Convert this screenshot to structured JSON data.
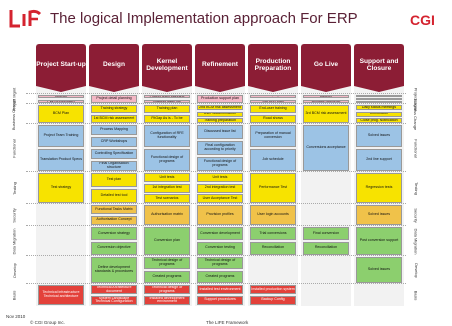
{
  "header": {
    "logo_text": "LIFE",
    "title": "The logical Implementation approach For ERP",
    "brand": "CGI",
    "brand_color": "#d4232f",
    "phase_color": "#8c1d35"
  },
  "phases": [
    {
      "label": "Project Start-up"
    },
    {
      "label": "Design"
    },
    {
      "label": "Kernel Development"
    },
    {
      "label": "Refinement"
    },
    {
      "label": "Production Preparation"
    },
    {
      "label": "Go Live"
    },
    {
      "label": "Support and Closure"
    }
  ],
  "rows": [
    {
      "label": "Project Mgmt"
    },
    {
      "label": "Business Change"
    },
    {
      "label": "Functional"
    },
    {
      "label": "Testing"
    },
    {
      "label": "Security"
    },
    {
      "label": "Data Migration"
    },
    {
      "label": "Develop"
    },
    {
      "label": "Basis"
    }
  ],
  "boxes": {
    "pm": [
      [
        "Kick-off",
        "Plan of Approach"
      ],
      [
        "Project detail planning"
      ],
      [
        "Project team planning",
        "Discuss issue list"
      ],
      [
        "Production support plan"
      ],
      [
        "Set up Support organisation",
        "Cut over plan"
      ],
      [
        "Cutover",
        "Decision going-go"
      ],
      [
        "Transfer to support",
        "Discharge Document",
        "Evaluation"
      ]
    ],
    "bc": [
      [
        "BCM Plan"
      ],
      [
        "Training strategy",
        "1st BCM risk assessment"
      ],
      [
        "Training plan",
        "FitGap As is - To be"
      ],
      [
        "2nd BCM risk assessment",
        "User documentation",
        "Training preparation"
      ],
      [
        "End-user training",
        "Road shows"
      ],
      [
        "3rd BCM risk assessment"
      ],
      [
        "Daily status meetings",
        "Celebration",
        "Close prog. Notification"
      ]
    ],
    "fn": [
      [
        "Project Team Training",
        "Translation Product Specs"
      ],
      [
        "Process Mapping",
        "CRP Workshops",
        "Controlling Specification",
        "Final Organisation structure"
      ],
      [
        "Configuration of RFE functionality",
        "Functional design of programs"
      ],
      [
        "Discussed issue list",
        "Final configuration according to priority",
        "Functional design of programs"
      ],
      [
        "Preparation of manual conversion",
        "Job schedule"
      ],
      [
        "Conversions acceptance"
      ],
      [
        "Solved issues",
        "2nd line support"
      ]
    ],
    "ts": [
      [
        "Test strategy"
      ],
      [
        "Test plan",
        "Detailed test tool"
      ],
      [
        "Unit tests",
        "1st integration test",
        "Test scenarios"
      ],
      [
        "Unit tests",
        "2nd integration test",
        "User Acceptance Test"
      ],
      [
        "Performance Test"
      ],
      [],
      [
        "Regression tests"
      ]
    ],
    "sc": [
      [],
      [
        "Functional Tasks Matrix",
        "Authorisation Concept"
      ],
      [
        "Authorisation matrix"
      ],
      [
        "Provision profiles"
      ],
      [
        "User login accounts"
      ],
      [],
      [
        "Solved issues"
      ]
    ],
    "dm": [
      [],
      [
        "Conversion strategy",
        "Conversion objective"
      ],
      [
        "Conversion plan"
      ],
      [
        "Conversion development",
        "Conversion testing"
      ],
      [
        "Trial conversions",
        "Reconciliation"
      ],
      [
        "Final conversion",
        "Reconciliation"
      ],
      [
        "Post conversion support"
      ]
    ],
    "dv": [
      [],
      [
        "Define development standards & procedures"
      ],
      [
        "Technical design of programs",
        "Created programs"
      ],
      [
        "Technical design of programs",
        "Created programs"
      ],
      [],
      [],
      [
        "Solved issues"
      ]
    ],
    "bs": [
      [
        "Technical infrastructure Technical architecture"
      ],
      [
        "Technical Architecture document",
        "System Landscape Technical Configuration"
      ],
      [
        "Technical design of programs",
        "Installed development environment"
      ],
      [
        "Installed test environment",
        "Support procedures"
      ],
      [
        "Installed production system",
        "Backup Config"
      ],
      [],
      []
    ]
  },
  "footer": {
    "left": "© CGI Group Inc.",
    "center": "The LIFE Framework",
    "date": "Nov 2010"
  }
}
